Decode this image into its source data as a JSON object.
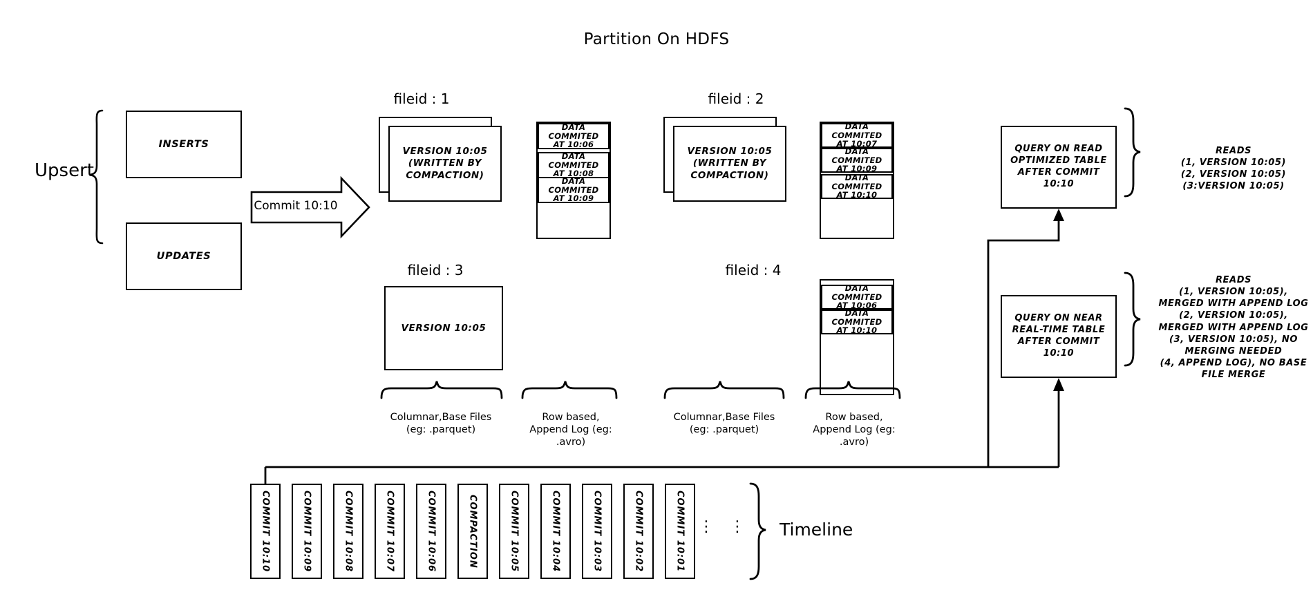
{
  "title": "Partition On HDFS",
  "upsert": {
    "label": "Upsert",
    "inserts_label": "INSERTS",
    "updates_label": "UPDATES"
  },
  "commit_arrow": {
    "label": "Commit 10:10"
  },
  "filegroups": [
    {
      "heading": "fileid : 1",
      "base_file": "VERSION 10:05\n(WRITTEN BY\nCOMPACTION)",
      "has_stacked_base": true,
      "log_blocks": [
        "DATA COMMITED\nAT 10:06",
        "DATA COMMITED\nAT 10:08",
        "DATA COMMITED\nAT 10:09"
      ]
    },
    {
      "heading": "fileid : 2",
      "base_file": "VERSION 10:05\n(WRITTEN BY\nCOMPACTION)",
      "has_stacked_base": true,
      "log_blocks": [
        "DATA COMMITED\nAT 10:07",
        "DATA COMMITED\nAT 10:09",
        "DATA COMMITED\nAT 10:10"
      ]
    },
    {
      "heading": "fileid : 3",
      "base_file": "VERSION 10:05",
      "has_stacked_base": false,
      "log_blocks": []
    },
    {
      "heading": "fileid : 4",
      "base_file": "",
      "has_stacked_base": false,
      "log_blocks": [
        "DATA COMMITED\nAT 10:06",
        "DATA COMMITED\nAT 10:10"
      ]
    }
  ],
  "captions": {
    "base_left": "Columnar,Base Files\n(eg: .parquet)",
    "log_left": "Row based,\nAppend Log  (eg:\n.avro)",
    "base_right": "Columnar,Base Files\n(eg: .parquet)",
    "log_right": "Row based,\nAppend Log  (eg:\n.avro)"
  },
  "queries": [
    {
      "box": "QUERY ON READ\nOPTIMIZED TABLE\nAFTER COMMIT\n10:10",
      "reads": "READS\n(1, VERSION 10:05)\n(2, VERSION 10:05)\n(3:VERSION 10:05)"
    },
    {
      "box": "QUERY ON NEAR\nREAL-TIME TABLE\nAFTER COMMIT\n10:10",
      "reads": "READS\n(1, VERSION 10:05),\nMERGED WITH APPEND LOG\n(2, VERSION 10:05),\nMERGED WITH APPEND LOG\n(3, VERSION 10:05), NO\nMERGING NEEDED\n(4, APPEND LOG), NO BASE\nFILE MERGE"
    }
  ],
  "timeline": {
    "label": "Timeline",
    "ellipsis": "⋮",
    "items": [
      "COMMIT  10:10",
      "COMMIT  10:09",
      "COMMIT  10:08",
      "COMMIT  10:07",
      "COMMIT  10:06",
      "COMPACTION",
      "COMMIT  10:05",
      "COMMIT  10:04",
      "COMMIT  10:03",
      "COMMIT  10:02",
      "COMMIT  10:01"
    ]
  },
  "colors": {
    "stroke": "#000000",
    "background": "#ffffff"
  }
}
